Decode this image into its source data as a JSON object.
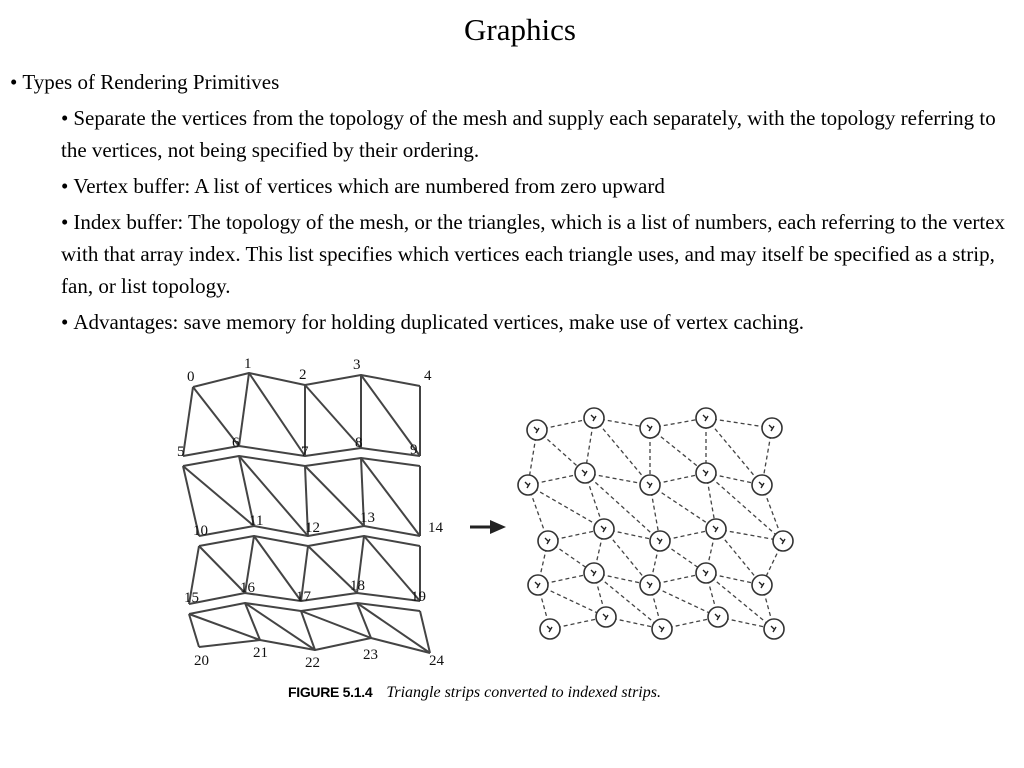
{
  "slide": {
    "title": "Graphics",
    "bullet_symbol": "•",
    "level1": "Types of Rendering Primitives",
    "level2": [
      "Separate the vertices from the topology of the mesh and supply each separately, with the topology referring to the vertices, not being specified by their ordering.",
      "Vertex buffer: A list of vertices which are numbered from zero upward",
      "Index buffer: The topology of the mesh, or the triangles, which is a list of numbers, each referring to the vertex with that array index. This list specifies which vertices each triangle uses, and may itself be specified as a strip, fan, or list topology.",
      "Advantages: save memory for holding duplicated vertices, make use of vertex caching."
    ]
  },
  "figure": {
    "label": "FIGURE 5.1.4",
    "caption": "Triangle strips converted to indexed strips.",
    "vertex_labels": [
      "0",
      "1",
      "2",
      "3",
      "4",
      "5",
      "6",
      "7",
      "8",
      "9",
      "10",
      "11",
      "12",
      "13",
      "14",
      "15",
      "16",
      "17",
      "18",
      "19",
      "20",
      "21",
      "22",
      "23",
      "24"
    ],
    "arrow_icon": "right-arrow-icon"
  }
}
